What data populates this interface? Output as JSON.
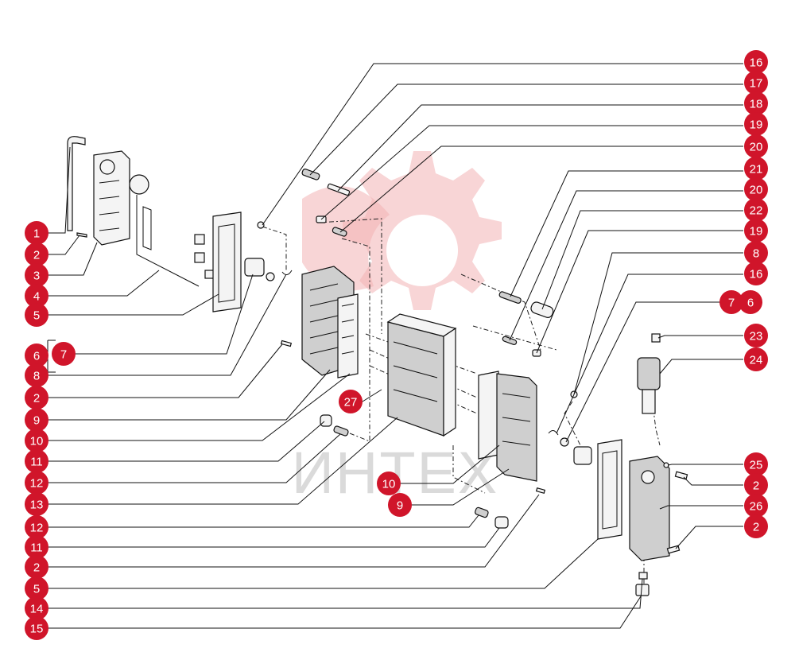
{
  "watermark": {
    "text": "ИНТЕХ"
  },
  "colors": {
    "badge": "#d0152a",
    "badge_text": "#ffffff",
    "lines": "#111111",
    "watermark_gear": "#f2b3b5"
  },
  "callouts_left": [
    "1",
    "2",
    "3",
    "4",
    "5",
    "6",
    "7",
    "8",
    "2",
    "9",
    "10",
    "11",
    "12",
    "13",
    "12",
    "11",
    "2",
    "5",
    "14",
    "15"
  ],
  "callouts_right": [
    "16",
    "17",
    "18",
    "19",
    "20",
    "21",
    "20",
    "22",
    "19",
    "8",
    "16",
    "7",
    "6",
    "23",
    "24",
    "25",
    "2",
    "26",
    "2"
  ],
  "callouts_inner": [
    "27",
    "10",
    "9"
  ]
}
